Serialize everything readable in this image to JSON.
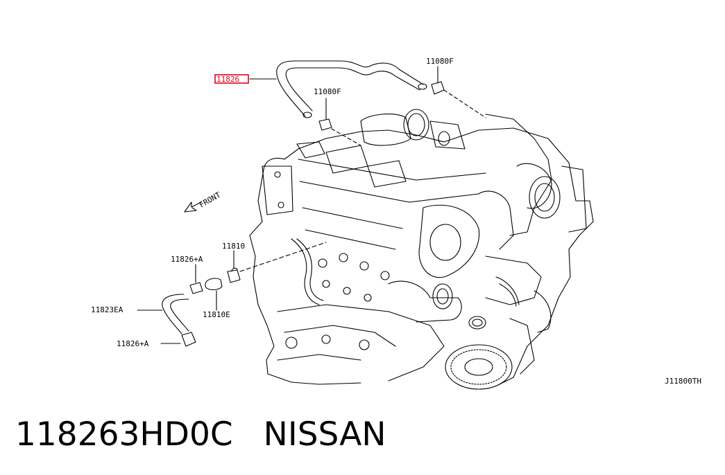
{
  "diagram": {
    "labels": {
      "highlighted": "11826",
      "clip_top_right": "11080F",
      "clip_top_mid": "11080F",
      "front": "FRONT",
      "hose_clamp_upper": "11826+A",
      "valve": "11810",
      "grommet": "11810E",
      "hose_lower": "11823EA",
      "hose_clamp_lower": "11826+A",
      "figure_code": "J11800TH"
    },
    "highlight_color": "#e0001b"
  },
  "footer": {
    "part_number": "118263HD0C",
    "brand": "NISSAN"
  }
}
